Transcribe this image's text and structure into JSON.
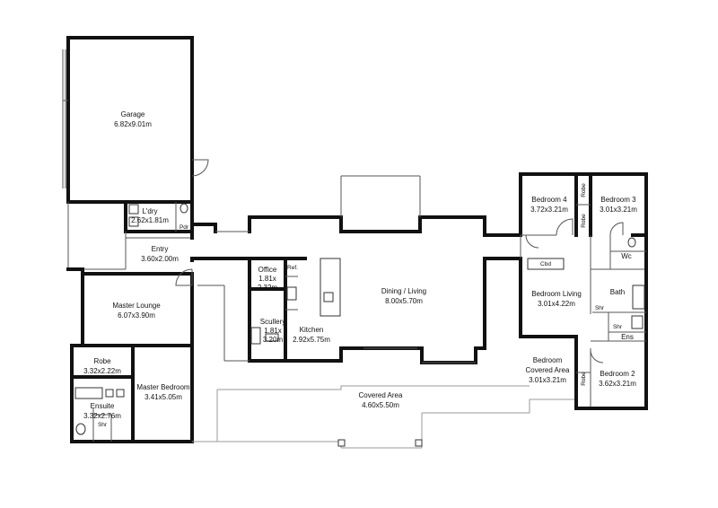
{
  "rooms": {
    "garage": {
      "name": "Garage",
      "size": "6.82x9.01m"
    },
    "laundry": {
      "name": "L'dry",
      "size": "2.62x1.81m"
    },
    "powder": {
      "name": "Pdr"
    },
    "entry": {
      "name": "Entry",
      "size": "3.60x2.00m"
    },
    "master_lounge": {
      "name": "Master Lounge",
      "size": "6.07x3.90m"
    },
    "robe_master": {
      "name": "Robe",
      "size": "3.32x2.22m"
    },
    "master_bedroom": {
      "name": "Master Bedroom",
      "size": "3.41x5.05m"
    },
    "ensuite": {
      "name": "Ensuite",
      "size": "3.32x2.76m"
    },
    "shower_ensuite": {
      "name": "Shr"
    },
    "office": {
      "name": "Office",
      "size_line1": "1.81x",
      "size_line2": "2.32m"
    },
    "fridge": {
      "name": "Ref."
    },
    "scullery": {
      "name": "Scullery",
      "size_line1": "1.81x",
      "size_line2": "3.20m"
    },
    "kitchen": {
      "name": "Kitchen",
      "size": "2.92x5.75m"
    },
    "dining_living": {
      "name": "Dining / Living",
      "size": "8.00x5.70m"
    },
    "covered_area": {
      "name": "Covered Area",
      "size": "4.60x5.50m"
    },
    "bedroom4": {
      "name": "Bedroom 4",
      "size": "3.72x3.21m"
    },
    "robe_b4": {
      "name": "Robe"
    },
    "robe_b3": {
      "name": "Robe"
    },
    "bedroom3": {
      "name": "Bedroom 3",
      "size": "3.01x3.21m"
    },
    "wc": {
      "name": "Wc"
    },
    "cupboard": {
      "name": "Cbd"
    },
    "bedroom_living": {
      "name": "Bedroom Living",
      "size": "3.01x4.22m"
    },
    "bath": {
      "name": "Bath"
    },
    "shower_bath": {
      "name": "Shr"
    },
    "shower_ens": {
      "name": "Shr"
    },
    "ens": {
      "name": "Ens"
    },
    "bedroom_covered": {
      "name_line1": "Bedroom",
      "name_line2": "Covered Area",
      "size": "3.01x3.21m"
    },
    "robe_b2": {
      "name": "Robe"
    },
    "bedroom2": {
      "name": "Bedroom 2",
      "size": "3.62x3.21m"
    }
  }
}
